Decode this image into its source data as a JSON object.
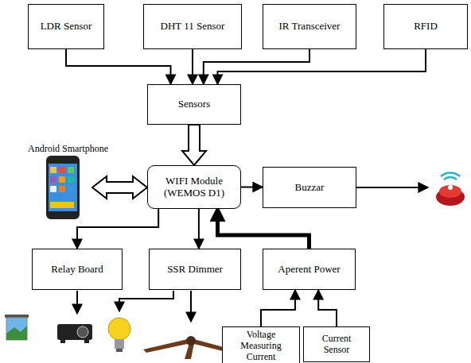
{
  "diagram": {
    "nodes": [
      {
        "text": [
          "LDR Sensor"
        ]
      },
      {
        "text": [
          "DHT 11 Sensor"
        ]
      },
      {
        "text": [
          "IR Transceiver"
        ]
      },
      {
        "text": [
          "RFID"
        ]
      },
      {
        "text": [
          "Sensors"
        ]
      },
      {
        "text": [
          "WIFI Module (WEMOS D1)"
        ]
      },
      {
        "text": [
          "Buzzar"
        ]
      },
      {
        "text": [
          "Relay Board"
        ]
      },
      {
        "text": [
          "SSR Dimmer"
        ]
      },
      {
        "text": [
          "Aperent Power"
        ]
      },
      {
        "text": [
          "Voltage Measuring Current"
        ]
      },
      {
        "text": [
          "Current Sensor"
        ]
      }
    ],
    "edges": [
      {
        "from": 0,
        "to": 4,
        "arrow": "to"
      },
      {
        "from": 1,
        "to": 4,
        "arrow": "to"
      },
      {
        "from": 2,
        "to": 4,
        "arrow": "to"
      },
      {
        "from": 3,
        "to": 4,
        "arrow": "to"
      },
      {
        "from": 4,
        "to": 5,
        "arrow": "to"
      },
      {
        "from": 5,
        "to": 6,
        "arrow": "to"
      },
      {
        "from": 5,
        "to": 7,
        "arrow": "to"
      },
      {
        "from": 5,
        "to": 8,
        "arrow": "to"
      },
      {
        "from": 9,
        "to": 5,
        "arrow": "to"
      },
      {
        "from": 10,
        "to": 9,
        "arrow": "to"
      },
      {
        "from": 11,
        "to": 9,
        "arrow": "to"
      }
    ],
    "labels": [
      "Android Smartphone"
    ]
  }
}
